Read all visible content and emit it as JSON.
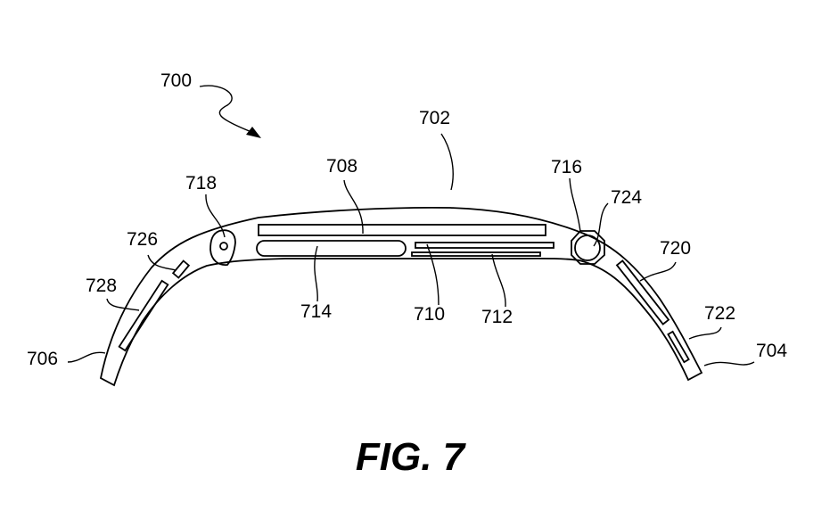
{
  "figure": {
    "caption": "FIG. 7",
    "reference_numerals": {
      "device": "700",
      "band_center": "702",
      "right_end": "704",
      "left_end": "706",
      "display": "708",
      "circuit_board": "710",
      "layer": "712",
      "battery": "714",
      "right_hinge": "716",
      "left_hinge": "718",
      "right_component_a": "720",
      "right_component_b": "722",
      "hinge_pin": "724",
      "left_component_a": "726",
      "left_component_b": "728"
    }
  }
}
